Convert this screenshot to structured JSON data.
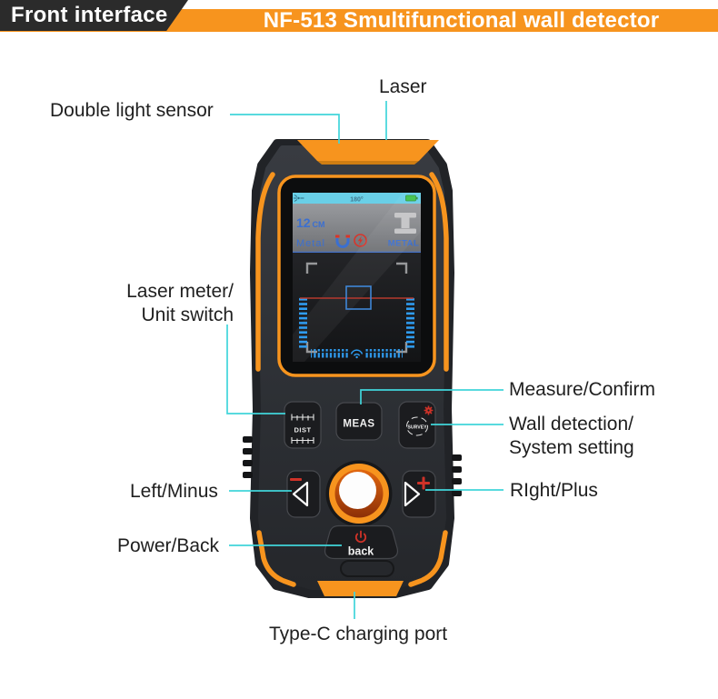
{
  "header": {
    "tag": "Front interface",
    "title": "NF-513 Smultifunctional wall detector"
  },
  "annotations": {
    "laser": "Laser",
    "double_light_sensor": "Double light sensor",
    "laser_meter_line1": "Laser meter/",
    "laser_meter_line2": "Unit switch",
    "measure_confirm": "Measure/Confirm",
    "wall_detection_line1": "Wall detection/",
    "wall_detection_line2": "System setting",
    "left_minus": "Left/Minus",
    "right_plus": "RIght/Plus",
    "power_back": "Power/Back",
    "type_c": "Type-C charging port"
  },
  "device": {
    "screen": {
      "angle": "180°",
      "depth_value": "12",
      "depth_unit": "CM",
      "material_label": "Metal",
      "material_type": "METAL",
      "icons": [
        "laser-warning-icon",
        "battery-icon",
        "steel-beam-icon",
        "magnet-icon",
        "live-wire-icon",
        "signal-icon"
      ]
    },
    "buttons": {
      "dist": "DIST",
      "meas": "MEAS",
      "survey": "SURVEY",
      "back": "back"
    }
  },
  "colors": {
    "accent_orange": "#F7941E",
    "leader_cyan": "#40D5DA",
    "screen_blue": "#3B6FD0",
    "led_blue": "#2F9DF2",
    "alert_red": "#D8352B",
    "screen_cyan_bar": "#69CFE7",
    "body_dark": "#2B2E33"
  }
}
